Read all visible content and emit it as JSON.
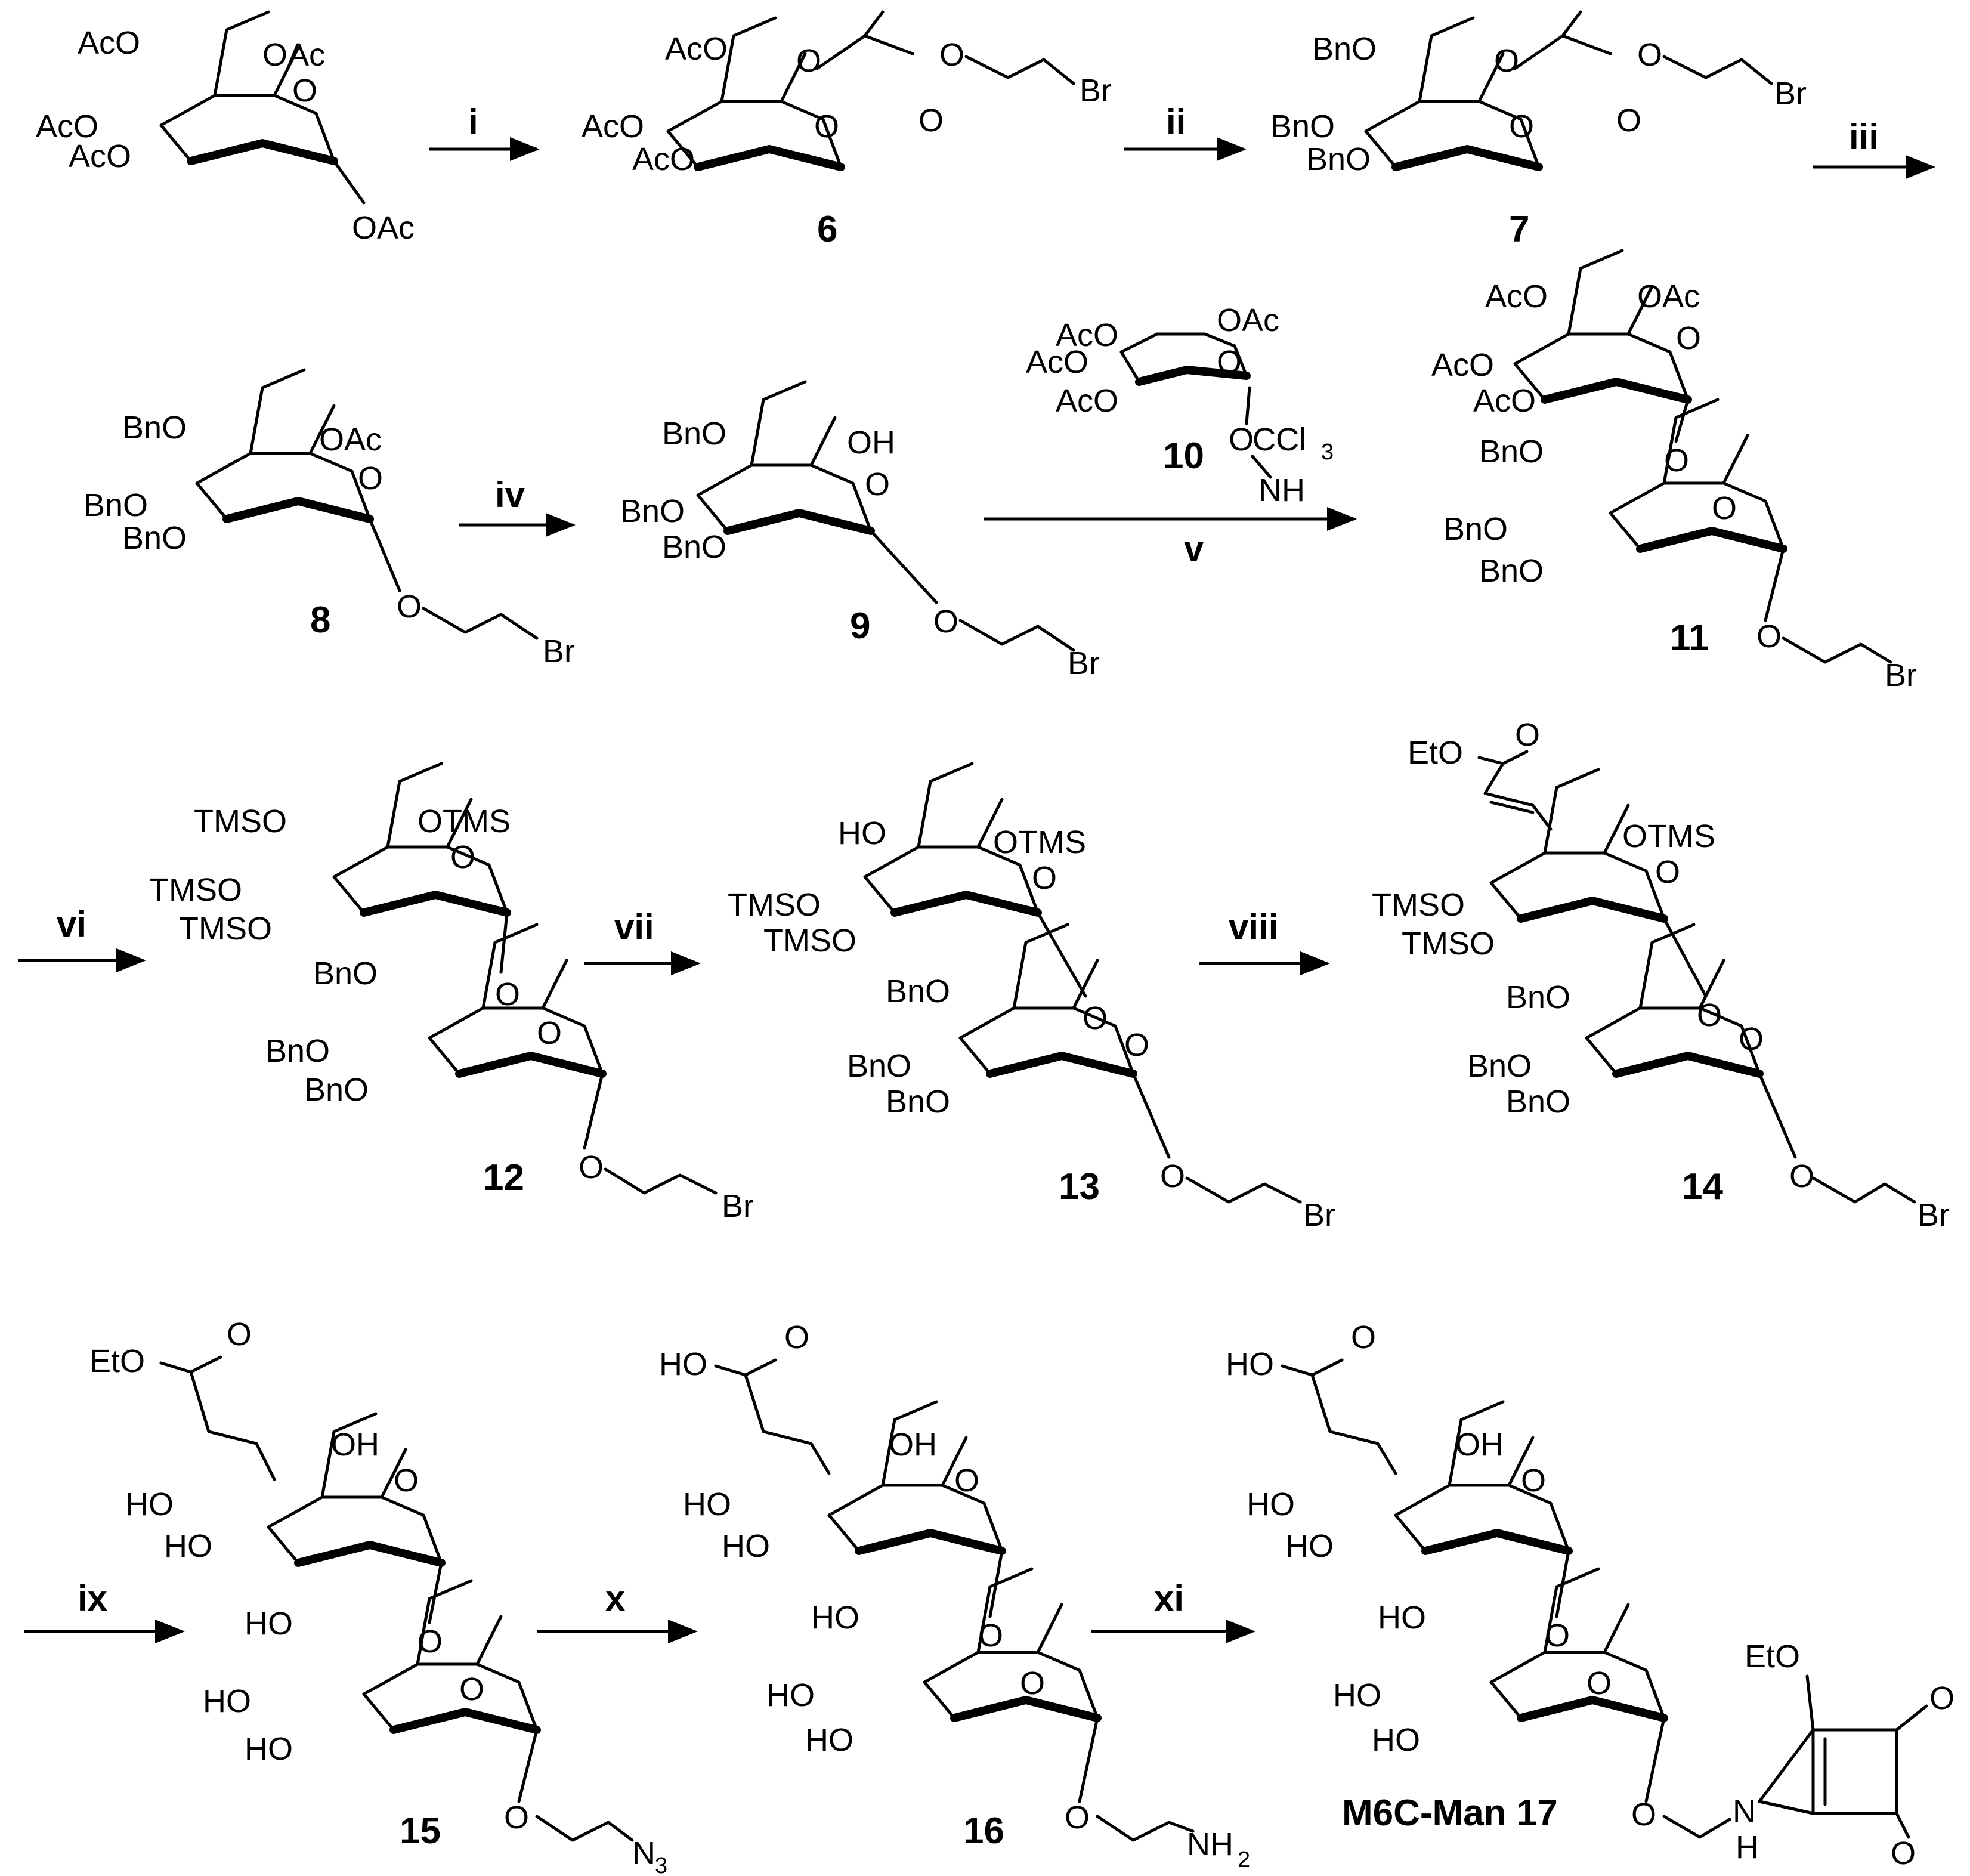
{
  "steps": [
    "i",
    "ii",
    "iii",
    "iv",
    "v",
    "vi",
    "vii",
    "viii",
    "ix",
    "x",
    "xi"
  ],
  "compounds": [
    "6",
    "7",
    "8",
    "9",
    "10",
    "11",
    "12",
    "13",
    "14",
    "15",
    "16",
    "M6C-Man 17"
  ],
  "labels": {
    "ac_o": "AcO",
    "o_ac": "OAc",
    "bn_o": "BnO",
    "tms_o": "TMSO",
    "o_tms": "OTMS",
    "o": "O",
    "br": "Br",
    "oh": "OH",
    "ho": "HO",
    "eto": "EtO",
    "ccl": "CCl",
    "nh": "NH",
    "n": "N",
    "h": "H",
    "sub3": "3",
    "sub2": "2"
  }
}
